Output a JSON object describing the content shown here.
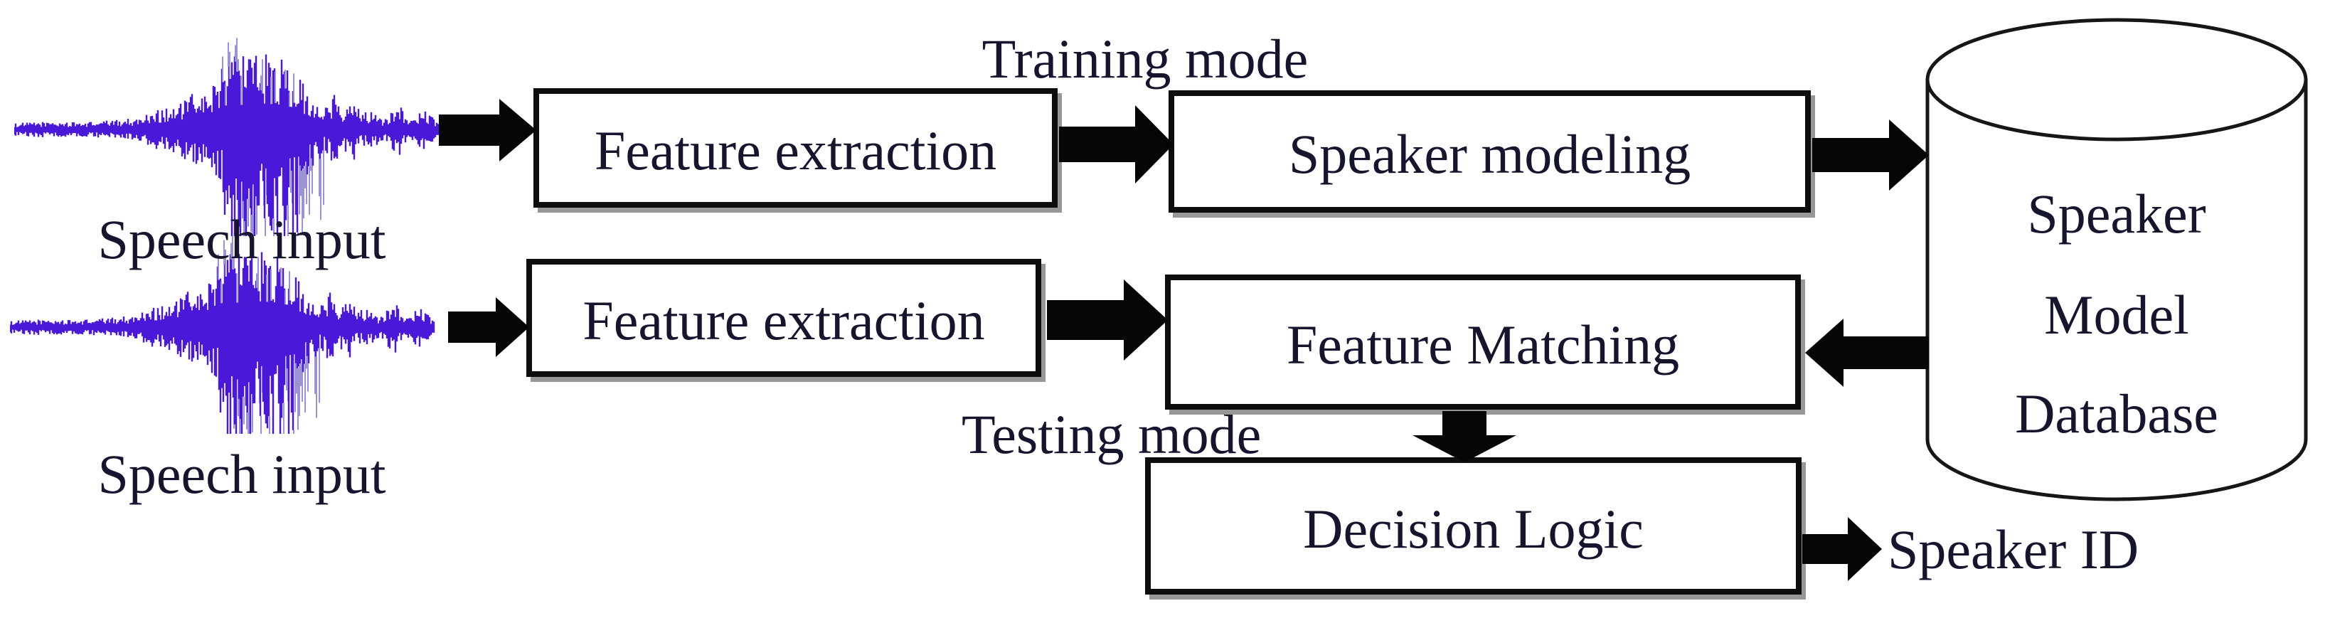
{
  "diagram": {
    "labels": {
      "training_mode": "Training mode",
      "testing_mode": "Testing mode"
    },
    "inputs": [
      {
        "label": "Speech input"
      },
      {
        "label": "Speech input"
      }
    ],
    "nodes": {
      "feature_extraction_1": "Feature extraction",
      "speaker_modeling": "Speaker modeling",
      "feature_extraction_2": "Feature extraction",
      "feature_matching": "Feature Matching",
      "decision_logic": "Decision Logic"
    },
    "database": {
      "lines": [
        "Speaker",
        "Model",
        "Database"
      ]
    },
    "output": {
      "speaker_id": "Speaker ID"
    },
    "colors": {
      "waveform": "#4a18d8",
      "waveform_light": "#9d93d2",
      "arrow": "#060606",
      "box_border": "#0d0d0d",
      "text": "#15152e",
      "box_shadow": "#979797"
    }
  }
}
